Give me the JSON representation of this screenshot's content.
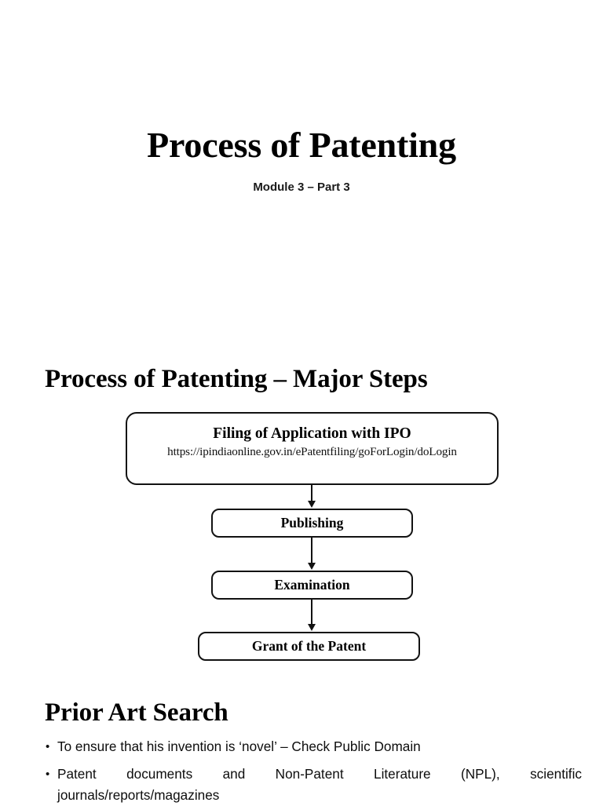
{
  "document": {
    "title": "Process of Patenting",
    "subtitle": "Module 3 – Part 3"
  },
  "sections": {
    "major_steps": {
      "heading": "Process of Patenting – Major Steps"
    },
    "prior_art": {
      "heading": "Prior Art Search",
      "bullets": [
        {
          "text": "To ensure that his invention is ‘novel’ – Check Public Domain"
        },
        {
          "line1": "Patent documents and Non-Patent Literature (NPL), scientific",
          "line2": "journals/reports/magazines"
        }
      ],
      "bullet_marker": "•"
    }
  },
  "flowchart": {
    "type": "flow",
    "orientation": "vertical",
    "nodes": [
      {
        "id": "filing",
        "title": "Filing of Application with IPO",
        "url": "https://ipindiaonline.gov.in/ePatentfiling/goForLogin/doLogin"
      },
      {
        "id": "publishing",
        "title": "Publishing"
      },
      {
        "id": "examination",
        "title": "Examination"
      },
      {
        "id": "grant",
        "title": "Grant of the Patent"
      }
    ],
    "edges": [
      {
        "from": "filing",
        "to": "publishing"
      },
      {
        "from": "publishing",
        "to": "examination"
      },
      {
        "from": "examination",
        "to": "grant"
      }
    ],
    "style": {
      "node_fill": "#ffffff",
      "node_border": "#121212",
      "arrow_color": "#121212",
      "text_color": "#000000"
    }
  },
  "page_style": {
    "background": "#ffffff",
    "text_color": "#000000"
  }
}
